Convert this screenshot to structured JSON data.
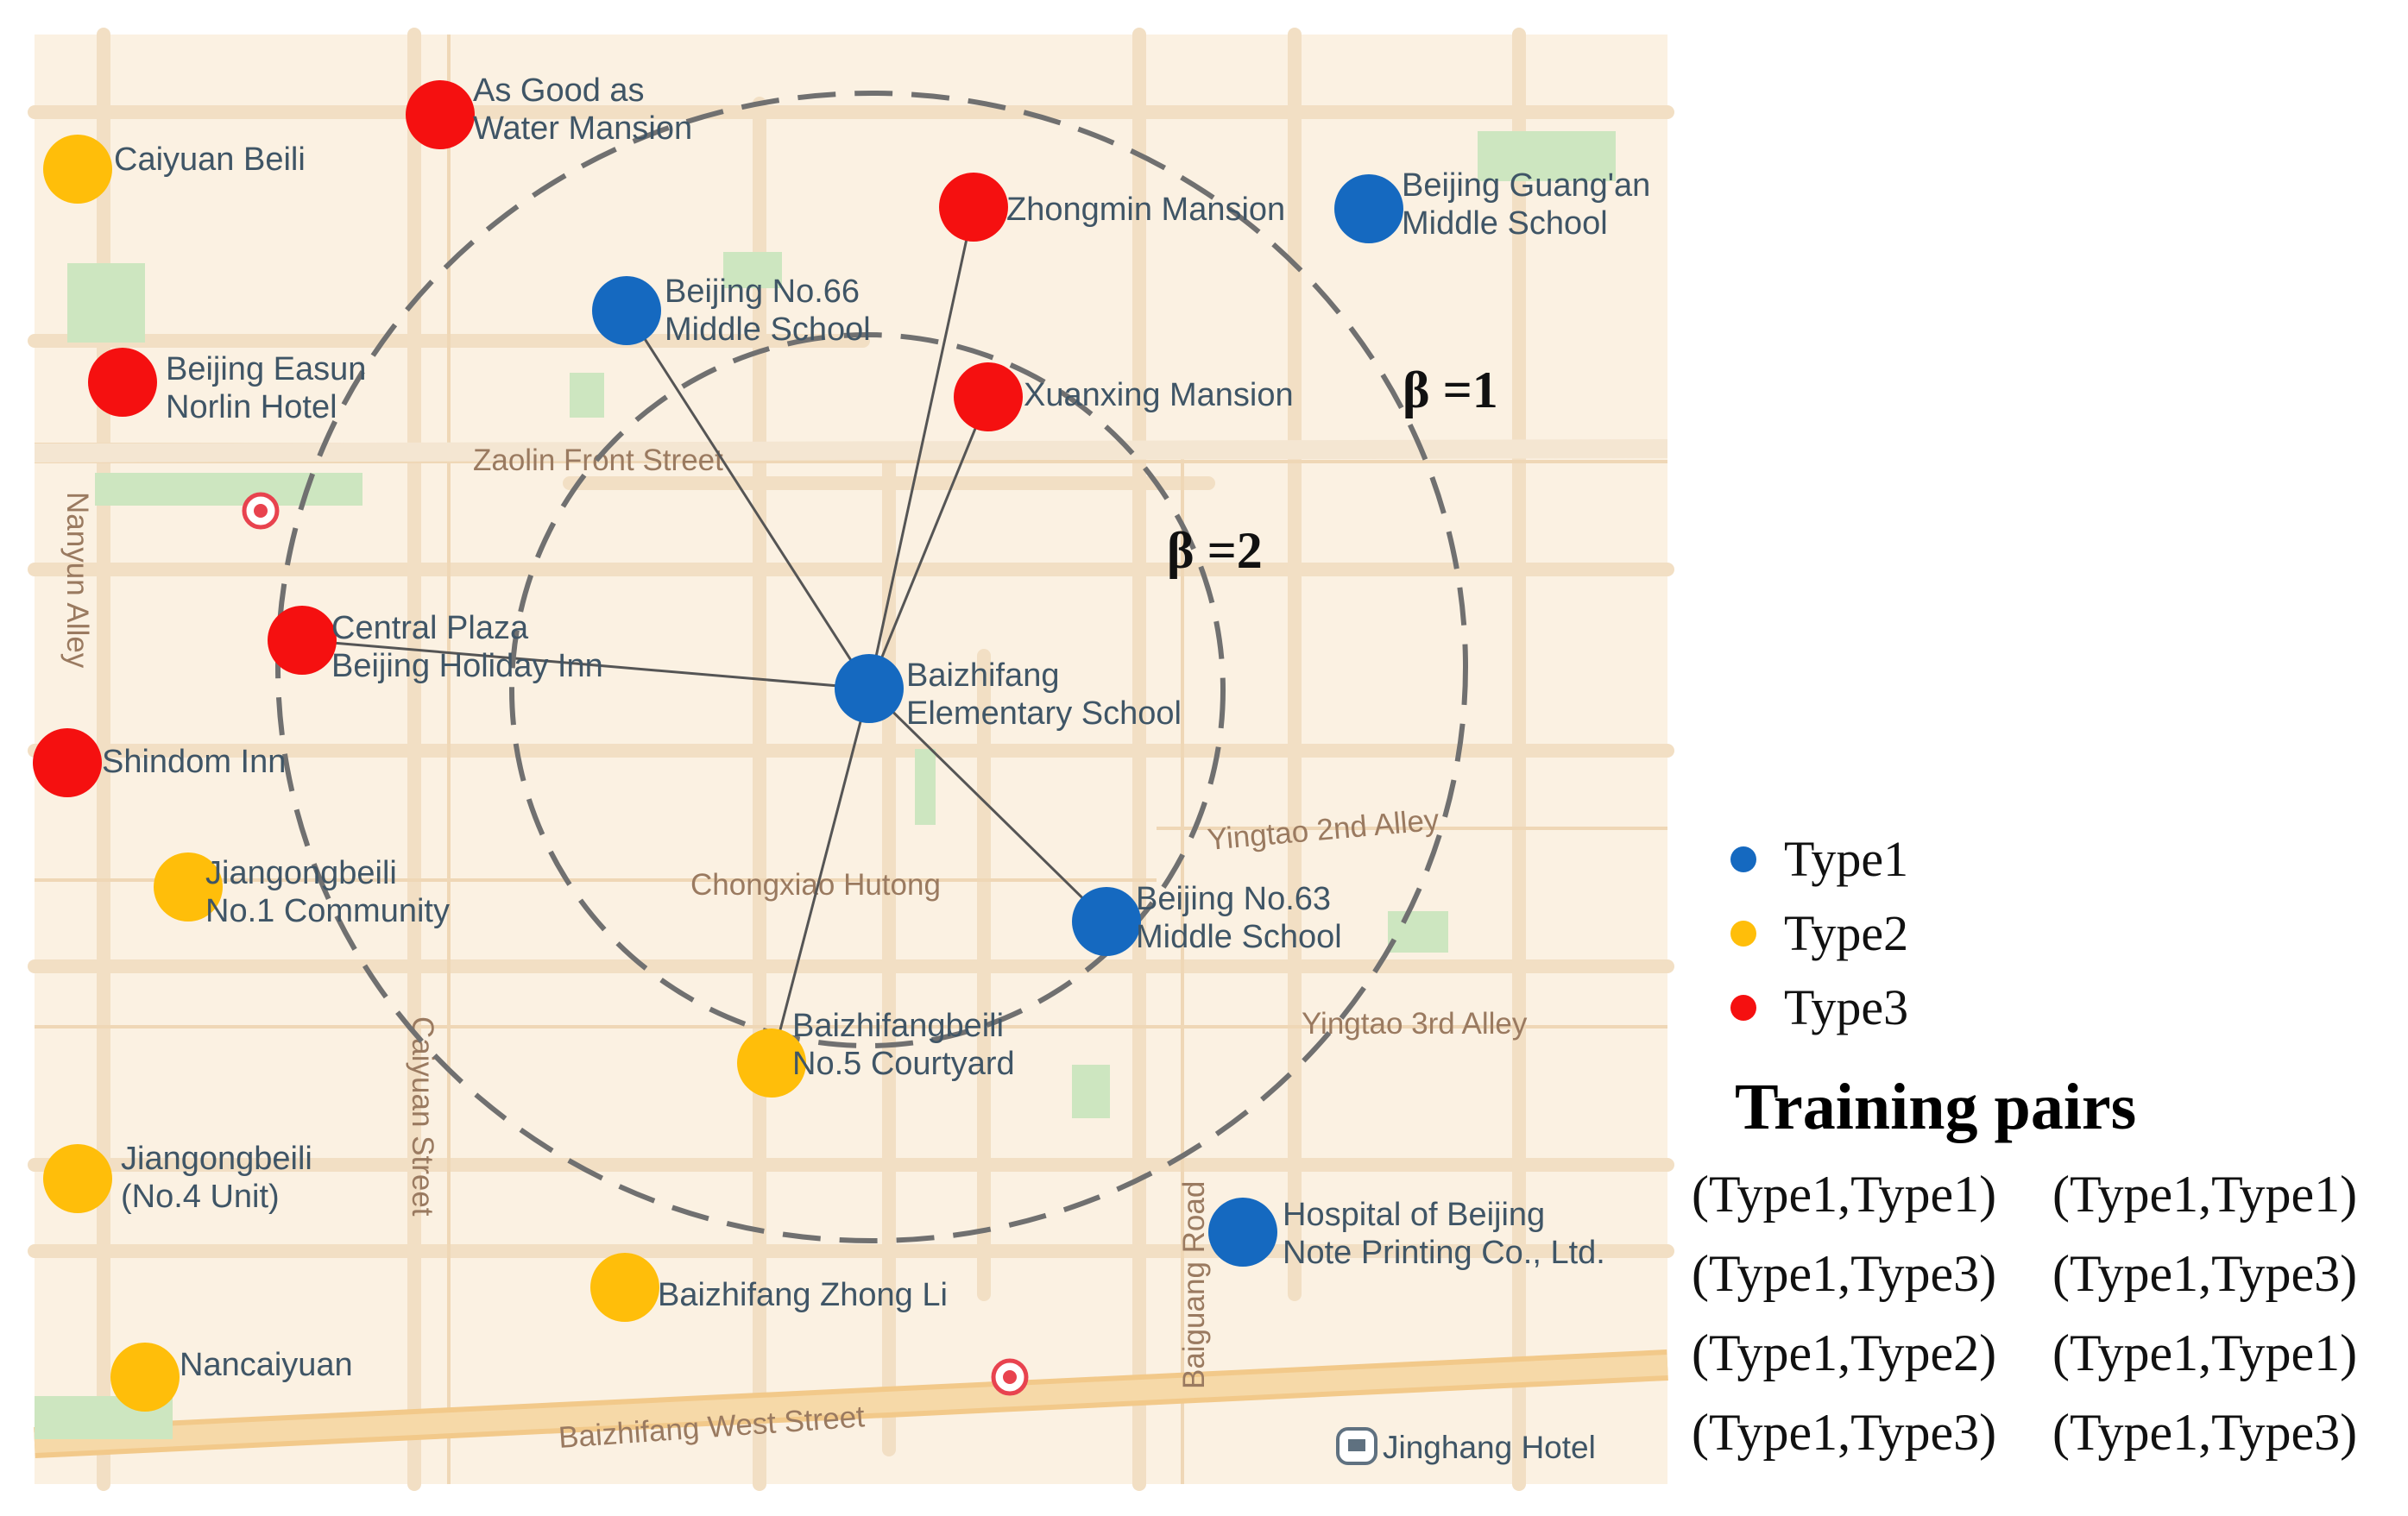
{
  "colors": {
    "map_bg": "#fbf1e2",
    "road": "#f2e0c6",
    "main_road": "#f3cf98",
    "green": "#cde6c0",
    "label": "#3f5566",
    "street_label": "#9a7a60",
    "circle": "#707070",
    "spoke": "#555555"
  },
  "types": {
    "Type1": "#1569c0",
    "Type2": "#ffbe0a",
    "Type3": "#f51010"
  },
  "beta_labels": {
    "outer": "β =1",
    "inner": "β =2"
  },
  "center_poi": "Baizhifang Elementary School",
  "pois": [
    {
      "name": "As Good as Water Mansion",
      "lines": [
        "As Good as",
        "Water Mansion"
      ],
      "type": "Type3"
    },
    {
      "name": "Caiyuan Beili",
      "lines": [
        "Caiyuan Beili"
      ],
      "type": "Type2"
    },
    {
      "name": "Zhongmin Mansion",
      "lines": [
        "Zhongmin Mansion"
      ],
      "type": "Type3",
      "linked": true
    },
    {
      "name": "Beijing Guang'an Middle School",
      "lines": [
        "Beijing Guang'an",
        "Middle School"
      ],
      "type": "Type1"
    },
    {
      "name": "Beijing No.66 Middle School",
      "lines": [
        "Beijing No.66",
        "Middle School"
      ],
      "type": "Type1",
      "linked": true
    },
    {
      "name": "Beijing Easun Norlin Hotel",
      "lines": [
        "Beijing Easun",
        "Norlin Hotel"
      ],
      "type": "Type3"
    },
    {
      "name": "Xuanxing Mansion",
      "lines": [
        "Xuanxing Mansion"
      ],
      "type": "Type3",
      "linked": true
    },
    {
      "name": "Central Plaza Beijing Holiday Inn",
      "lines": [
        "Central Plaza",
        "Beijing Holiday Inn"
      ],
      "type": "Type3",
      "linked": true
    },
    {
      "name": "Baizhifang Elementary School",
      "lines": [
        "Baizhifang",
        "Elementary School"
      ],
      "type": "Type1",
      "center": true
    },
    {
      "name": "Shindom Inn",
      "lines": [
        "Shindom Inn"
      ],
      "type": "Type3"
    },
    {
      "name": "Jiangongbeili No.1 Community",
      "lines": [
        "Jiangongbeili",
        "No.1 Community"
      ],
      "type": "Type2"
    },
    {
      "name": "Beijing No.63 Middle School",
      "lines": [
        "Beijing No.63",
        "Middle School"
      ],
      "type": "Type1",
      "linked": true
    },
    {
      "name": "Baizhifangbeili No.5 Courtyard",
      "lines": [
        "Baizhifangbeili",
        "No.5 Courtyard"
      ],
      "type": "Type2",
      "linked": true
    },
    {
      "name": "Jiangongbeili (No.4 Unit)",
      "lines": [
        "Jiangongbeili",
        "(No.4 Unit)"
      ],
      "type": "Type2"
    },
    {
      "name": "Hospital of Beijing Note Printing Co., Ltd.",
      "lines": [
        "Hospital of Beijing",
        "Note Printing Co., Ltd."
      ],
      "type": "Type1"
    },
    {
      "name": "Baizhifang Zhong Li",
      "lines": [
        "Baizhifang Zhong Li"
      ],
      "type": "Type2"
    },
    {
      "name": "Nancaiyuan",
      "lines": [
        "Nancaiyuan"
      ],
      "type": "Type2"
    }
  ],
  "streets": [
    "Zaolin Front Street",
    "Nanyun Alley",
    "Yingtao 2nd Alley",
    "Chongxiao Hutong",
    "Yingtao 3rd Alley",
    "Caiyuan Street",
    "Baiguang Road",
    "Baizhifang West Street"
  ],
  "landmarks": {
    "hotel": "Jinghang Hotel"
  },
  "legend": [
    {
      "label": "Type1",
      "type": "Type1"
    },
    {
      "label": "Type2",
      "type": "Type2"
    },
    {
      "label": "Type3",
      "type": "Type3"
    }
  ],
  "training": {
    "title": "Training pairs",
    "pairs": [
      "(Type1,Type1)",
      "(Type1,Type1)",
      "(Type1,Type3)",
      "(Type1,Type3)",
      "(Type1,Type2)",
      "(Type1,Type1)",
      "(Type1,Type3)",
      "(Type1,Type3)"
    ]
  }
}
